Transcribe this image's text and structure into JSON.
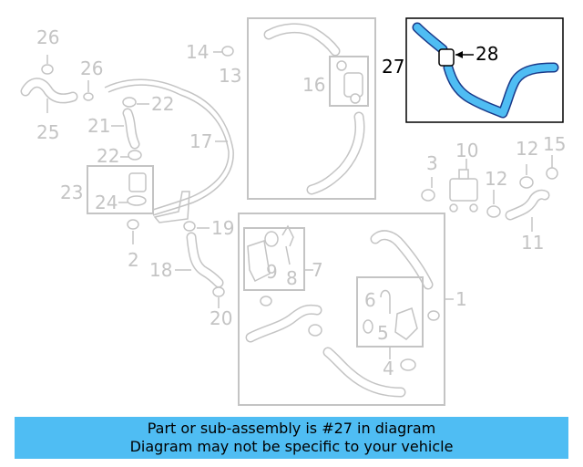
{
  "callouts": {
    "c26a": "26",
    "c26b": "26",
    "c25": "25",
    "c14": "14",
    "c13": "13",
    "c22a": "22",
    "c21": "21",
    "c22b": "22",
    "c17": "17",
    "c16": "16",
    "c23": "23",
    "c24": "24",
    "c2": "2",
    "c19": "19",
    "c18": "18",
    "c20": "20",
    "c9": "9",
    "c8": "8",
    "c7": "7",
    "c6": "6",
    "c5": "5",
    "c4": "4",
    "c1": "1",
    "c3": "3",
    "c10": "10",
    "c12a": "12",
    "c15": "15",
    "c12b": "12",
    "c11": "11",
    "c27": "27",
    "c28": "28"
  },
  "highlight": {
    "part": "27",
    "color": "#4fbdf3",
    "stroke": "#1a3a8a"
  },
  "banner": {
    "line1": "Part or sub-assembly is #27 in diagram",
    "line2": "Diagram may not be specific to your vehicle",
    "color": "#4fbdf3"
  }
}
